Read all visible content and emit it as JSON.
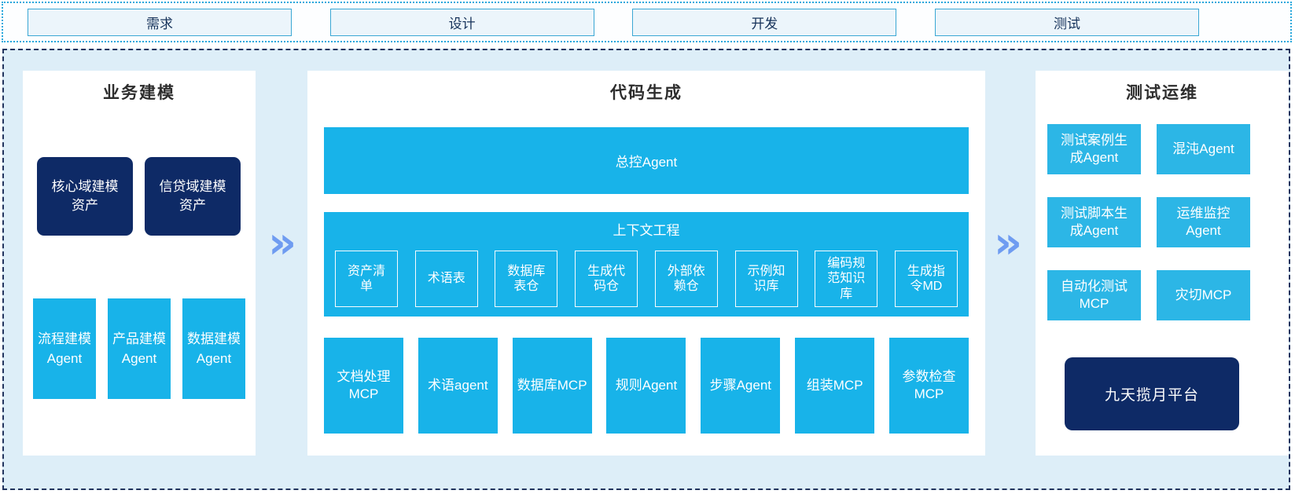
{
  "colors": {
    "cyan": "#18b3e9",
    "cyan_light": "#2cb6e6",
    "navy": "#0e2a66",
    "arrow_blue": "#6f9cf1",
    "region_bg": "#ddeef8",
    "strip_border_cyan": "#29a8dc",
    "region_border_navy": "#22345e",
    "phase_box_bg": "#ecf5fb",
    "phase_box_border": "#3aa7d4"
  },
  "phase_bar": {
    "items": [
      {
        "label": "需求"
      },
      {
        "label": "设计"
      },
      {
        "label": "开发"
      },
      {
        "label": "测试"
      }
    ]
  },
  "arrow_glyph": "»",
  "business_modeling": {
    "title": "业务建模",
    "assets": [
      {
        "label": "核心域建模资产"
      },
      {
        "label": "信贷域建模资产"
      }
    ],
    "agents": [
      {
        "label": "流程建模Agent"
      },
      {
        "label": "产品建模Agent"
      },
      {
        "label": "数据建模Agent"
      }
    ]
  },
  "code_generation": {
    "title": "代码生成",
    "master_agent": "总控Agent",
    "context_engineering": {
      "title": "上下文工程",
      "items": [
        {
          "label": "资产清单"
        },
        {
          "label": "术语表"
        },
        {
          "label": "数据库表仓"
        },
        {
          "label": "生成代码仓"
        },
        {
          "label": "外部依赖仓"
        },
        {
          "label": "示例知识库"
        },
        {
          "label": "编码规范知识库"
        },
        {
          "label": "生成指令MD"
        }
      ]
    },
    "workers": [
      {
        "label": "文档处理MCP"
      },
      {
        "label": "术语agent"
      },
      {
        "label": "数据库MCP"
      },
      {
        "label": "规则Agent"
      },
      {
        "label": "步骤Agent"
      },
      {
        "label": "组装MCP"
      },
      {
        "label": "参数检查MCP"
      }
    ]
  },
  "test_ops": {
    "title": "测试运维",
    "boxes": [
      {
        "label": "测试案例生成Agent"
      },
      {
        "label": "混沌Agent"
      },
      {
        "label": "测试脚本生成Agent"
      },
      {
        "label": "运维监控Agent"
      },
      {
        "label": "自动化测试MCP"
      },
      {
        "label": "灾切MCP"
      }
    ],
    "platform": "九天揽月平台"
  }
}
